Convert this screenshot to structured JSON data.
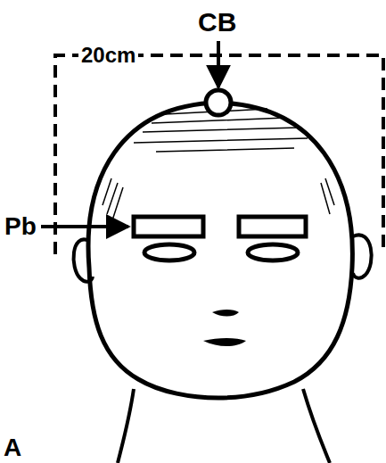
{
  "diagram": {
    "labels": [
      "CB",
      "20cm",
      "Pb",
      "A"
    ]
  }
}
